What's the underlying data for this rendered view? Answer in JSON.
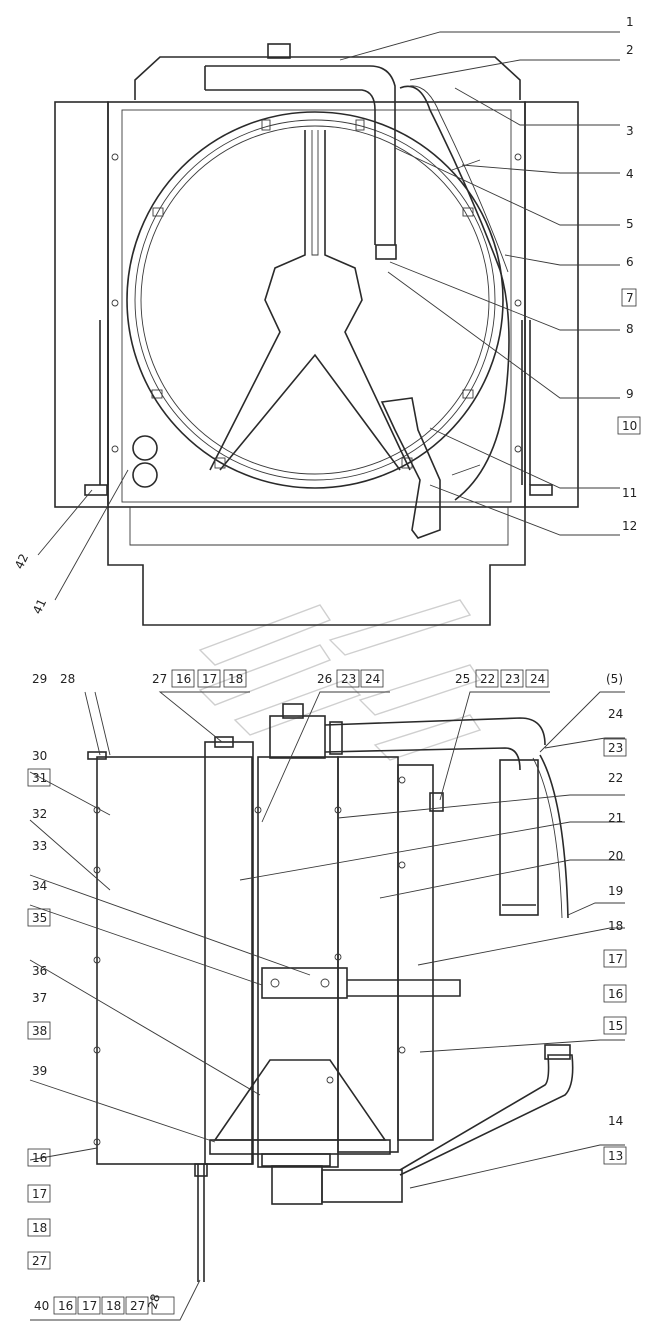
{
  "top_view": {
    "right_labels": [
      {
        "text": "1",
        "boxed": false
      },
      {
        "text": "2",
        "boxed": false
      },
      {
        "text": "3",
        "boxed": false
      },
      {
        "text": "4",
        "boxed": false
      },
      {
        "text": "5",
        "boxed": false
      },
      {
        "text": "6",
        "boxed": false
      },
      {
        "text": "7",
        "boxed": true
      },
      {
        "text": "8",
        "boxed": false
      },
      {
        "text": "9",
        "boxed": false
      },
      {
        "text": "10",
        "boxed": true
      },
      {
        "text": "11",
        "boxed": false
      },
      {
        "text": "12",
        "boxed": false
      }
    ],
    "left_labels": [
      "42",
      "41"
    ]
  },
  "side_view": {
    "top_labels": [
      "29",
      "28",
      "27",
      "16",
      "17",
      "18",
      "26",
      "23",
      "24",
      "25",
      "22",
      "23",
      "24",
      "(5)"
    ],
    "left_labels": [
      {
        "text": "30",
        "boxed": false
      },
      {
        "text": "31",
        "boxed": true
      },
      {
        "text": "32",
        "boxed": false
      },
      {
        "text": "33",
        "boxed": false
      },
      {
        "text": "34",
        "boxed": false
      },
      {
        "text": "35",
        "boxed": true
      },
      {
        "text": "36",
        "boxed": false
      },
      {
        "text": "37",
        "boxed": false
      },
      {
        "text": "38",
        "boxed": true
      },
      {
        "text": "39",
        "boxed": false
      },
      {
        "text": "16",
        "boxed": true
      },
      {
        "text": "17",
        "boxed": true
      },
      {
        "text": "18",
        "boxed": true
      },
      {
        "text": "27",
        "boxed": true
      }
    ],
    "right_labels": [
      {
        "text": "24",
        "boxed": false
      },
      {
        "text": "23",
        "boxed": true
      },
      {
        "text": "22",
        "boxed": false
      },
      {
        "text": "21",
        "boxed": false
      },
      {
        "text": "20",
        "boxed": false
      },
      {
        "text": "19",
        "boxed": false
      },
      {
        "text": "18",
        "boxed": false
      },
      {
        "text": "17",
        "boxed": true
      },
      {
        "text": "16",
        "boxed": true
      },
      {
        "text": "15",
        "boxed": true
      },
      {
        "text": "14",
        "boxed": false
      },
      {
        "text": "13",
        "boxed": true
      }
    ],
    "bottom_labels": [
      "40",
      "16",
      "17",
      "18",
      "27",
      "28"
    ]
  }
}
